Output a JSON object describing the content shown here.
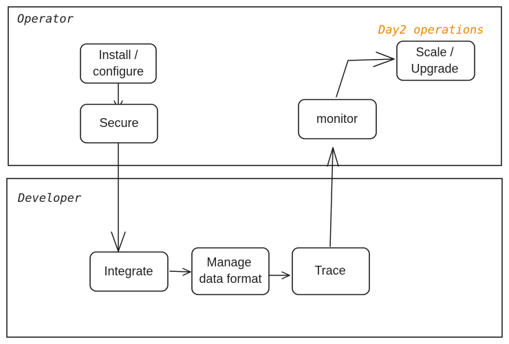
{
  "lanes": {
    "operator": {
      "title": "Operator"
    },
    "developer": {
      "title": "Developer"
    }
  },
  "annotation": {
    "text": "Day2 operations",
    "color": "#e8870a"
  },
  "nodes": {
    "install": {
      "line1": "Install /",
      "line2": "configure"
    },
    "secure": {
      "line1": "Secure"
    },
    "monitor": {
      "line1": "monitor"
    },
    "scale": {
      "line1": "Scale /",
      "line2": "Upgrade"
    },
    "integrate": {
      "line1": "Integrate"
    },
    "manage": {
      "line1": "Manage",
      "line2": "data format"
    },
    "trace": {
      "line1": "Trace"
    }
  },
  "edges": [
    {
      "from": "install",
      "to": "secure"
    },
    {
      "from": "secure",
      "to": "integrate"
    },
    {
      "from": "integrate",
      "to": "manage"
    },
    {
      "from": "manage",
      "to": "trace"
    },
    {
      "from": "trace",
      "to": "monitor"
    },
    {
      "from": "monitor",
      "to": "scale"
    }
  ]
}
